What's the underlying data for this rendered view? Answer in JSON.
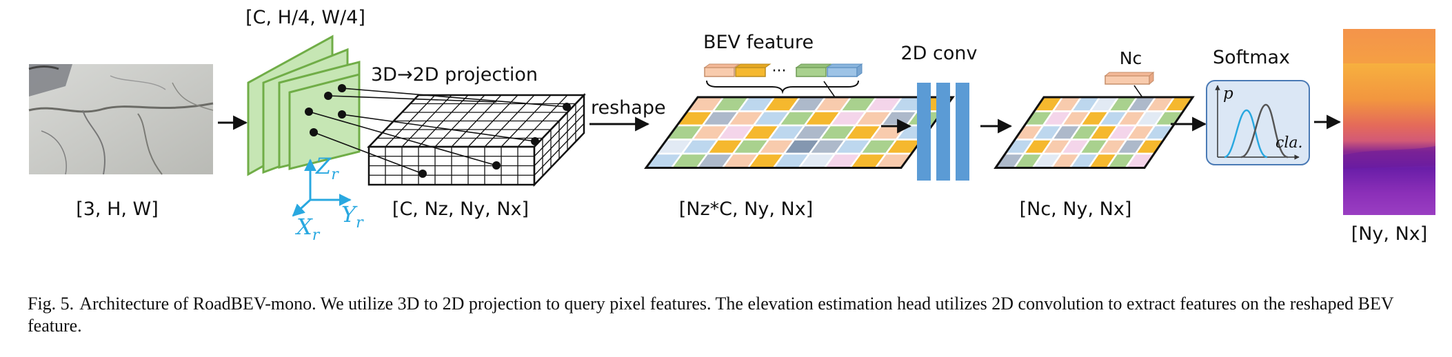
{
  "labels": {
    "input_dims": "[3, H, W]",
    "feature_dims": "[C, H/4, W/4]",
    "projection": "3D→2D projection",
    "voxel_dims": "[C, Nz, Ny, Nx]",
    "reshape": "reshape",
    "bev_title": "BEV feature",
    "bev_dims": "[Nz*C, Ny, Nx]",
    "conv_title": "2D conv",
    "conv_out_dims": "[Nc, Ny, Nx]",
    "nc_label": "Nc",
    "softmax_title": "Softmax",
    "p_label": "p",
    "cla_label": "cla.",
    "output_dims": "[Ny, Nx]",
    "ellipsis": "···"
  },
  "axes": {
    "z": "Z",
    "y": "Y",
    "x": "X",
    "sub": "r"
  },
  "caption": {
    "prefix": "Fig. 5.",
    "text": "Architecture of RoadBEV-mono. We utilize 3D to 2D projection to query pixel features. The elevation estimation head utilizes 2D convolution to extract features on the reshaped BEV feature."
  },
  "colors": {
    "feature_green": "#c6e6b4",
    "feature_border": "#70ad47",
    "conv_blue": "#5b9bd5",
    "softmax_bg": "#dbe7f5",
    "axis_blue": "#29a8e0",
    "grid_palette": [
      "#f8cbad",
      "#f5b82e",
      "#a9d18e",
      "#bdd7ee",
      "#adb9ca",
      "#f4d5ea",
      "#e2eaf4",
      "#8497b0"
    ]
  }
}
